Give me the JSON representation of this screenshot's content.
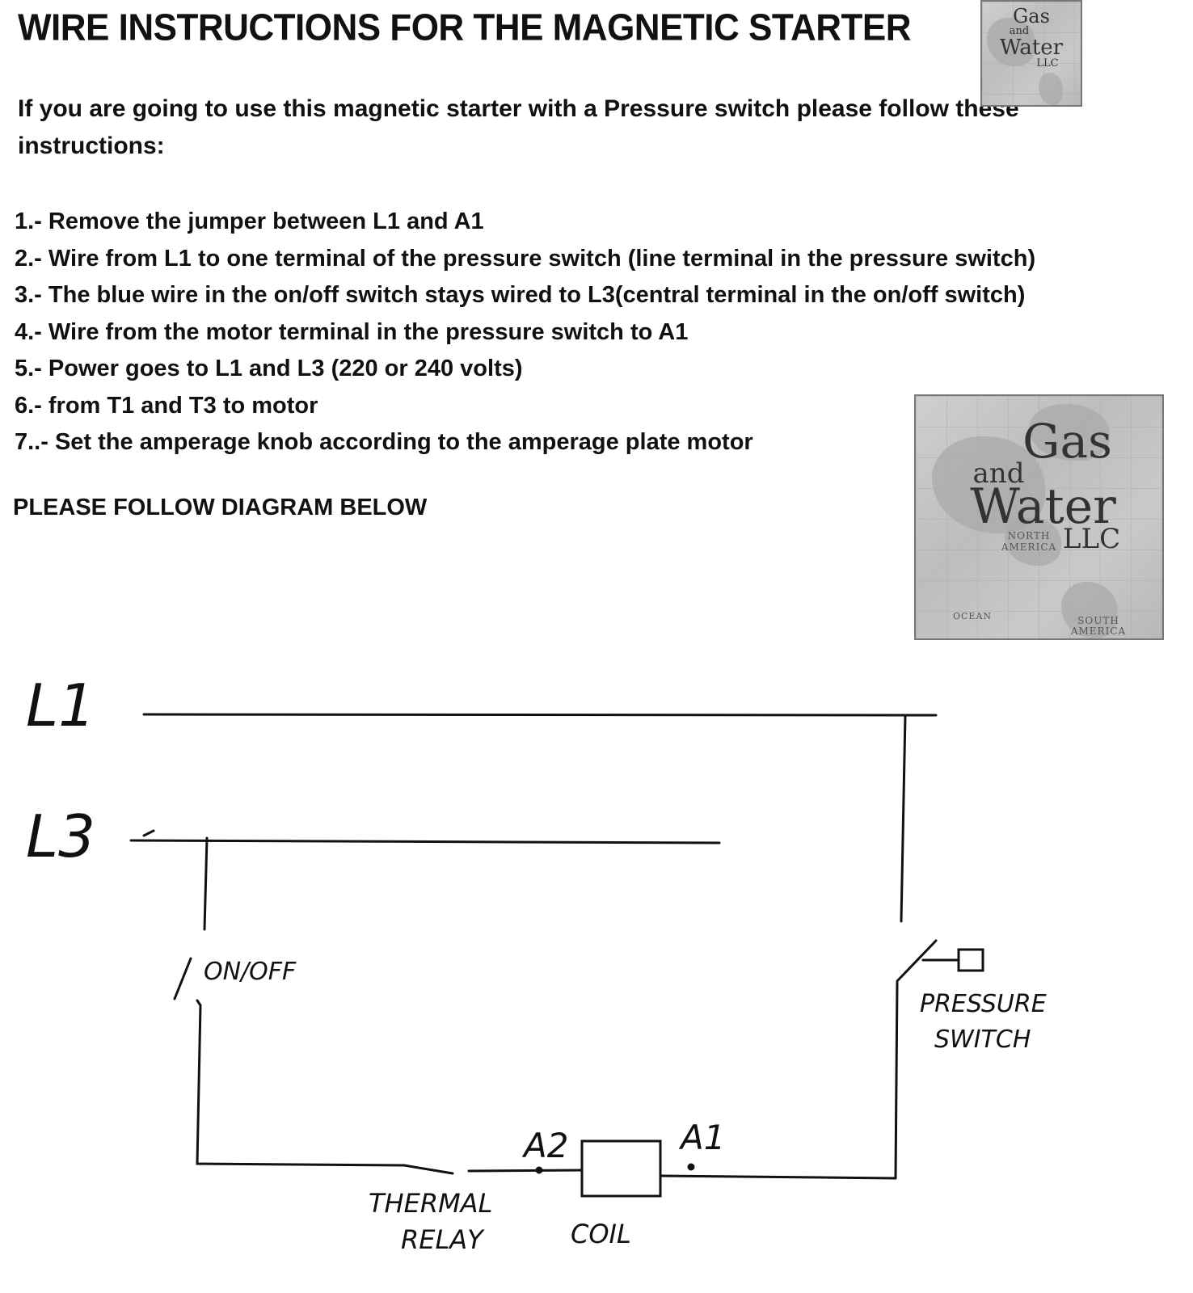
{
  "document": {
    "title": "WIRE INSTRUCTIONS FOR THE MAGNETIC STARTER",
    "intro": "If you are going to use this magnetic starter with a Pressure switch please follow these instructions:",
    "steps": [
      "1.- Remove the jumper between L1 and A1",
      "2.- Wire from L1 to one terminal of the pressure switch (line terminal in the pressure switch)",
      "3.- The blue wire in the on/off switch stays wired to L3(central terminal in the on/off switch)",
      "4.- Wire from the motor terminal in the pressure switch to  A1",
      "5.- Power goes to L1 and L3 (220 or 240 volts)",
      "6.- from T1 and T3 to motor",
      "7..- Set the amperage knob according to the amperage plate motor"
    ],
    "follow_note": "PLEASE FOLLOW DIAGRAM BELOW"
  },
  "logo": {
    "line1": "Gas",
    "line2": "and",
    "line3": "Water",
    "line4": "LLC",
    "map_labels": {
      "north_america": "NORTH AMERICA",
      "south_america": "SOUTH AMERICA",
      "ocean": "OCEAN"
    }
  },
  "diagram": {
    "labels": {
      "l1": "L1",
      "l3": "L3",
      "on_off": "ON/OFF",
      "pressure_switch_1": "PRESSURE",
      "pressure_switch_2": "SWITCH",
      "a2": "A2",
      "a1": "A1",
      "thermal_1": "THERMAL",
      "thermal_2": "RELAY",
      "coil": "COIL"
    },
    "line_color": "#111111"
  }
}
